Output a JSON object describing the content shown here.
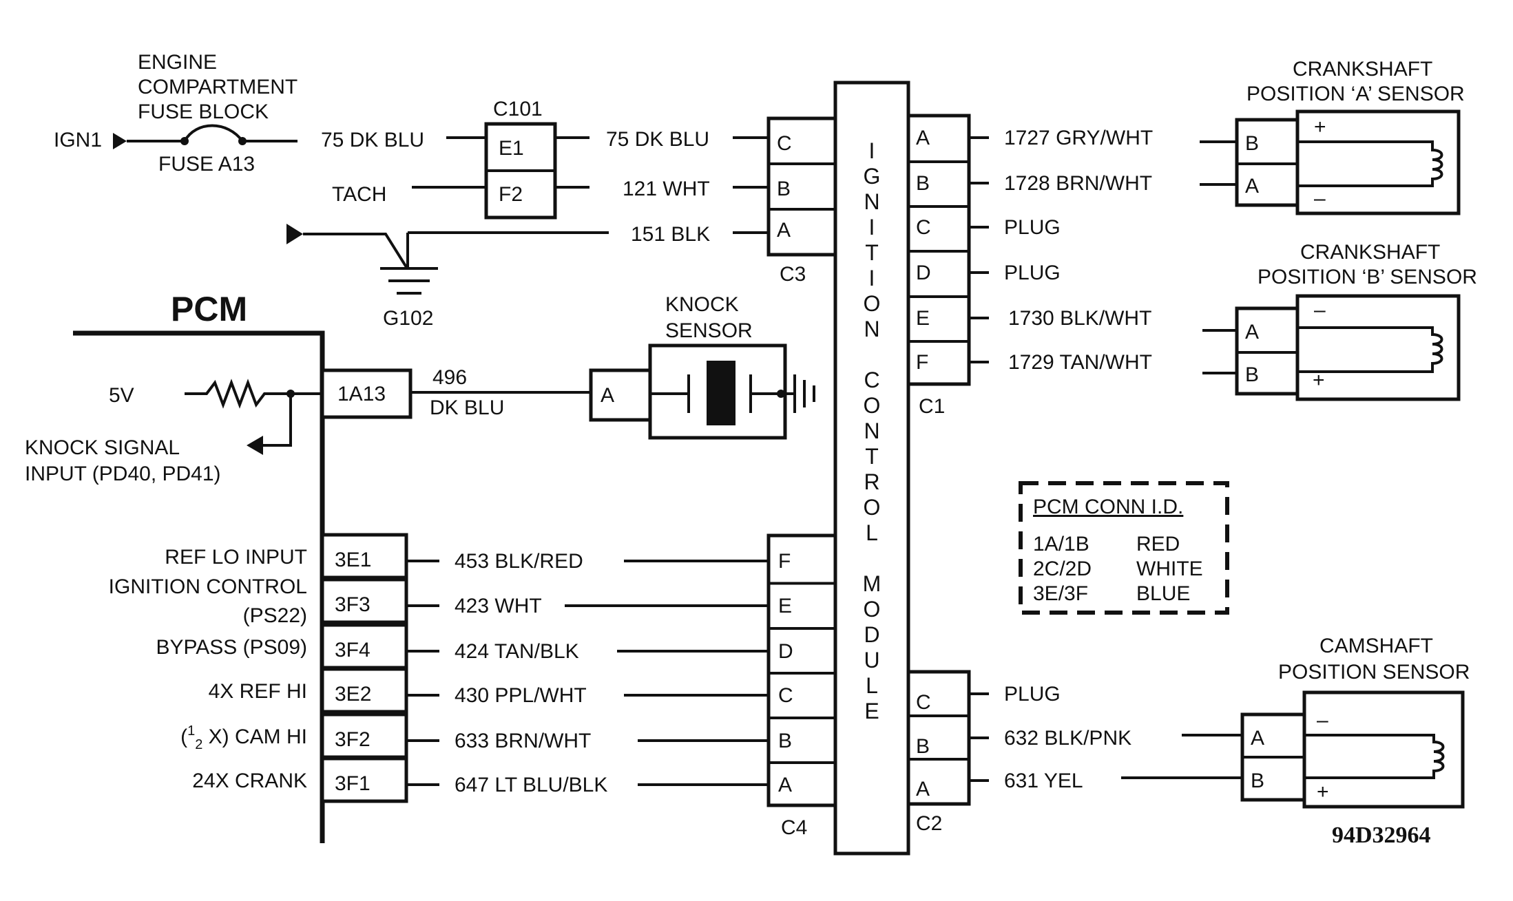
{
  "diagram": {
    "ref_id": "94D32964",
    "pcm": {
      "title": "PCM"
    },
    "module": {
      "letters": [
        "I",
        "G",
        "N",
        "I",
        "T",
        "I",
        "O",
        "N",
        "",
        "C",
        "O",
        "N",
        "T",
        "R",
        "O",
        "L",
        "",
        "M",
        "O",
        "D",
        "U",
        "L",
        "E"
      ]
    },
    "fuse_block": {
      "l1": "ENGINE",
      "l2": "COMPARTMENT",
      "l3": "FUSE BLOCK",
      "fuse": "FUSE A13",
      "source": "IGN1"
    },
    "c101": {
      "name": "C101",
      "pins": [
        "E1",
        "F2"
      ]
    },
    "c3": {
      "name": "C3",
      "pins": [
        "C",
        "B",
        "A"
      ]
    },
    "c1": {
      "name": "C1",
      "pins": [
        "A",
        "B",
        "C",
        "D",
        "E",
        "F"
      ]
    },
    "c2": {
      "name": "C2",
      "pins": [
        "C",
        "B",
        "A"
      ]
    },
    "c4": {
      "name": "C4",
      "pins": [
        "F",
        "E",
        "D",
        "C",
        "B",
        "A"
      ]
    },
    "wires_top": {
      "w1_left": "75 DK BLU",
      "w1_right": "75 DK BLU",
      "tach": "TACH",
      "w2": "121 WHT",
      "w3": "151 BLK",
      "ground": "G102"
    },
    "c1_wires": [
      "1727 GRY/WHT",
      "1728 BRN/WHT",
      "PLUG",
      "PLUG",
      "1730 BLK/WHT",
      "1729 TAN/WHT"
    ],
    "c2_wires": [
      "PLUG",
      "632 BLK/PNK",
      "631 YEL"
    ],
    "crank_a": {
      "l1": "CRANKSHAFT",
      "l2": "POSITION ‘A’ SENSOR",
      "pins": [
        "B",
        "A"
      ],
      "plus": "+",
      "minus": "–"
    },
    "crank_b": {
      "l1": "CRANKSHAFT",
      "l2": "POSITION ‘B’ SENSOR",
      "pins": [
        "A",
        "B"
      ],
      "minus": "–",
      "plus": "+"
    },
    "cam": {
      "l1": "CAMSHAFT",
      "l2": "POSITION SENSOR",
      "pins": [
        "A",
        "B"
      ],
      "minus": "–",
      "plus": "+"
    },
    "knock": {
      "l1": "KNOCK",
      "l2": "SENSOR",
      "pin": "A",
      "pcm_pin": "1A13",
      "wire1": "496",
      "wire2": "DK BLU",
      "v5": "5V",
      "sig1": "KNOCK SIGNAL",
      "sig2": "INPUT (PD40, PD41)"
    },
    "pcm_rows": [
      {
        "label": "REF LO INPUT",
        "pin": "3E1",
        "wire": "453 BLK/RED"
      },
      {
        "label": "IGNITION CONTROL",
        "sub": "(PS22)",
        "pin": "3F3",
        "wire": "423 WHT"
      },
      {
        "label": "BYPASS (PS09)",
        "pin": "3F4",
        "wire": "424 TAN/BLK"
      },
      {
        "label": "4X REF HI",
        "pin": "3E2",
        "wire": "430 PPL/WHT"
      },
      {
        "label_pre": "(",
        "label_num": "1",
        "label_den": "2",
        "label_post": " X) CAM HI",
        "pin": "3F2",
        "wire": "633 BRN/WHT"
      },
      {
        "label": "24X CRANK",
        "pin": "3F1",
        "wire": "647 LT BLU/BLK"
      }
    ],
    "legend": {
      "title": "PCM CONN I.D.",
      "rows": [
        {
          "conn": "1A/1B",
          "color": "RED"
        },
        {
          "conn": "2C/2D",
          "color": "WHITE"
        },
        {
          "conn": "3E/3F",
          "color": "BLUE"
        }
      ]
    }
  }
}
